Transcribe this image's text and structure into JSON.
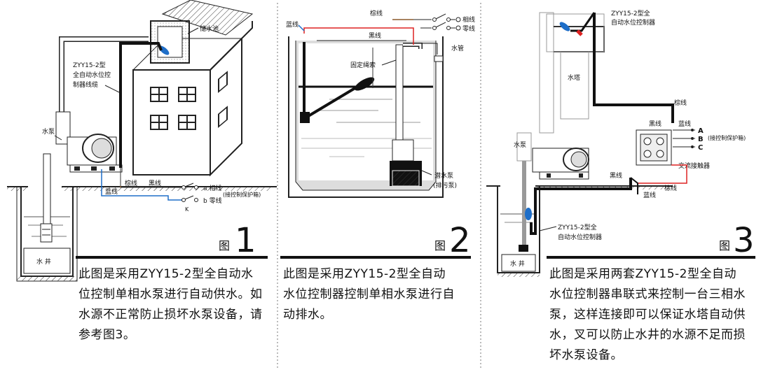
{
  "panel1": {
    "label_tank": "储水池",
    "label_ctrl_a": "ZYY15-2型",
    "label_ctrl_b": "全自动水位控",
    "label_ctrl_c": "制器线缆",
    "label_pump": "水泵",
    "label_brown": "棕线",
    "label_black": "黑线",
    "label_blue": "蓝线",
    "label_phase": "a 相线",
    "label_neutral": "b 零线",
    "label_box": "(接控制保护箱)",
    "label_k": "K",
    "label_well": "水 井",
    "fig_word": "图",
    "fig_num": "1",
    "caption_lines": [
      "此图是采用ZYY15-2型全自动水",
      "位控制单相水泵进行自动供水。如",
      "水源不正常防止损坏水泵设备，请",
      "参考图3。"
    ]
  },
  "panel2": {
    "label_brown": "棕线",
    "label_phase": "相线",
    "label_neutral": "零线",
    "label_blue": "蓝线",
    "label_black": "黑线",
    "label_pipe": "水管",
    "label_rope": "固定绳索",
    "label_pump_a": "潜水泵",
    "label_pump_b": "(排污泵)",
    "fig_word": "图",
    "fig_num": "2",
    "caption_lines": [
      "此图是采用ZYY15-2型全自动",
      "水位控制器控制单相水泵进行自",
      "动排水。"
    ]
  },
  "panel3": {
    "label_ctrl_top_a": "ZYY15-2型全",
    "label_ctrl_top_b": "自动水位控制器",
    "label_tower": "水塔",
    "label_brown_r": "棕线",
    "label_black": "黑线",
    "label_blue": "蓝线",
    "label_a": "A",
    "label_b": "B",
    "label_c": "C",
    "label_box": "(接控制保护箱)",
    "label_pump": "水泵",
    "label_contactor": "交流接触器",
    "label_black_b": "黑线",
    "label_blue_b": "蓝线",
    "label_brown_b": "棕线",
    "label_ctrl_bot_a": "ZYY15-2型全",
    "label_ctrl_bot_b": "自动水位控制器",
    "label_well": "水 井",
    "fig_word": "图",
    "fig_num": "3",
    "caption_lines": [
      "此图是采用两套ZYY15-2型全自动",
      "水位控制器串联式来控制一台三相水",
      "泵，这样连接即可以保证水塔自动供",
      "水，叉可以防止水井的水源不足而损",
      "坏水泵设备。"
    ]
  }
}
